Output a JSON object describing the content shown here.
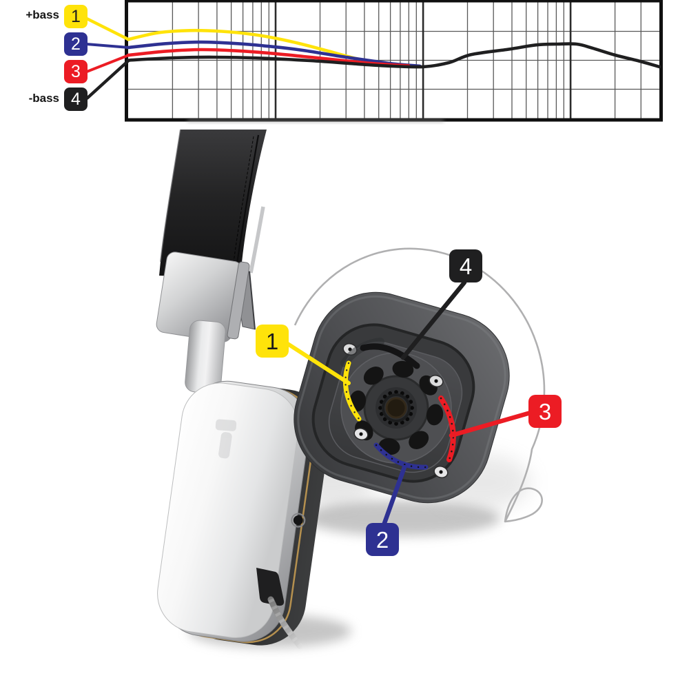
{
  "legend": {
    "plus_label": "+bass",
    "minus_label": "-bass",
    "items": [
      {
        "num": "1",
        "color": "#ffe30a",
        "text_color": "#1f1f1f"
      },
      {
        "num": "2",
        "color": "#2e3192",
        "text_color": "#ffffff"
      },
      {
        "num": "3",
        "color": "#ec1c24",
        "text_color": "#ffffff"
      },
      {
        "num": "4",
        "color": "#1f1f20",
        "text_color": "#ffffff"
      }
    ]
  },
  "callouts": {
    "items": [
      {
        "num": "1",
        "color": "#ffe30a",
        "text_color": "#1a1a1a",
        "target": "yellow-tuning-arc-left"
      },
      {
        "num": "2",
        "color": "#2e3192",
        "text_color": "#ffffff",
        "target": "blue-tuning-arc-bottom"
      },
      {
        "num": "3",
        "color": "#ec1c24",
        "text_color": "#ffffff",
        "target": "red-tuning-arc-right"
      },
      {
        "num": "4",
        "color": "#1f1f20",
        "text_color": "#ffffff",
        "target": "black-vent-slot-top"
      }
    ]
  },
  "chart_data": {
    "type": "line",
    "title": "",
    "x_axis": {
      "label": "",
      "scale": "log",
      "min_hz": 10,
      "max_hz": 40000,
      "unit": "Hz",
      "tick_labels_visible": false
    },
    "y_axis": {
      "label": "",
      "tick_labels_visible": false,
      "inner_gridlines": 3
    },
    "grid": "log-frequency with decade major lines",
    "legend_position": "left",
    "note": "No numeric axis labels are printed on the chart. Point values are [frequency_hz, y_frac] where y_frac is the vertical position as a fraction of chart height measured from the top (0 = top, 1 = bottom).",
    "series": [
      {
        "name": "1",
        "label": "+bass",
        "color": "#ffe30a",
        "points": [
          [
            10,
            0.32
          ],
          [
            16,
            0.262
          ],
          [
            26,
            0.243
          ],
          [
            43,
            0.25
          ],
          [
            73,
            0.28
          ],
          [
            124,
            0.335
          ],
          [
            212,
            0.41
          ],
          [
            363,
            0.49
          ],
          [
            560,
            0.535
          ],
          [
            900,
            0.553
          ]
        ]
      },
      {
        "name": "2",
        "label": "",
        "color": "#2e3192",
        "points": [
          [
            10,
            0.39
          ],
          [
            18,
            0.356
          ],
          [
            31,
            0.343
          ],
          [
            53,
            0.355
          ],
          [
            90,
            0.379
          ],
          [
            154,
            0.414
          ],
          [
            263,
            0.462
          ],
          [
            406,
            0.497
          ],
          [
            619,
            0.53
          ],
          [
            950,
            0.55
          ]
        ]
      },
      {
        "name": "3",
        "label": "",
        "color": "#ec1c24",
        "points": [
          [
            10,
            0.456
          ],
          [
            18,
            0.422
          ],
          [
            31,
            0.408
          ],
          [
            53,
            0.417
          ],
          [
            90,
            0.438
          ],
          [
            154,
            0.467
          ],
          [
            263,
            0.497
          ],
          [
            450,
            0.527
          ],
          [
            800,
            0.548
          ]
        ]
      },
      {
        "name": "4",
        "label": "-bass",
        "color": "#1f1f20",
        "points": [
          [
            10,
            0.5
          ],
          [
            20,
            0.479
          ],
          [
            38,
            0.473
          ],
          [
            81,
            0.482
          ],
          [
            172,
            0.503
          ],
          [
            360,
            0.532
          ],
          [
            560,
            0.548
          ],
          [
            1000,
            0.556
          ],
          [
            1500,
            0.52
          ],
          [
            2100,
            0.452
          ],
          [
            3800,
            0.405
          ],
          [
            5800,
            0.368
          ],
          [
            8000,
            0.36
          ],
          [
            11000,
            0.36
          ],
          [
            14000,
            0.394
          ],
          [
            20000,
            0.455
          ],
          [
            28500,
            0.503
          ],
          [
            40000,
            0.556
          ]
        ]
      }
    ]
  }
}
